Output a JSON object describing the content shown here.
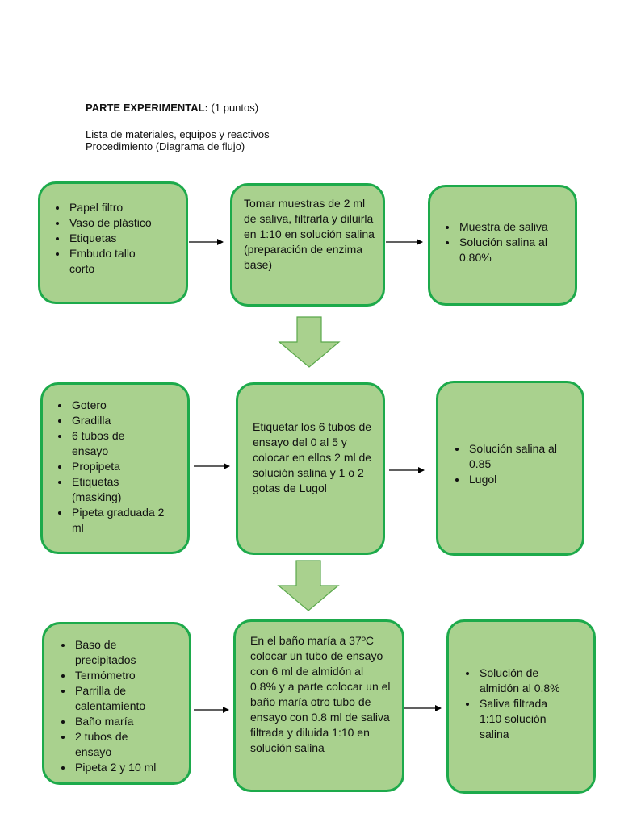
{
  "header": {
    "title": "PARTE EXPERIMENTAL:",
    "points": "(1 puntos)",
    "line1": "Lista de materiales, equipos y reactivos",
    "line2": "Procedimiento (Diagrama de flujo)"
  },
  "rows": [
    {
      "materials": [
        "Papel filtro",
        "Vaso de plástico",
        "Etiquetas",
        "Embudo tallo corto"
      ],
      "procedure": "Tomar muestras de 2 ml de saliva, filtrarla y diluirla en 1:10 en solución salina (preparación de enzima base)",
      "reagents": [
        "Muestra de saliva",
        "Solución salina al 0.80%"
      ]
    },
    {
      "materials": [
        "Gotero",
        "Gradilla",
        "6 tubos de ensayo",
        "Propipeta",
        "Etiquetas (masking)",
        "Pipeta graduada 2 ml"
      ],
      "procedure": "Etiquetar los 6 tubos de ensayo del 0 al 5 y colocar en ellos 2 ml de solución salina y 1 o 2 gotas de Lugol",
      "reagents": [
        "Solución salina al 0.85",
        "Lugol"
      ]
    },
    {
      "materials": [
        "Baso de precipitados",
        "Termómetro",
        "Parrilla de calentamiento",
        "Baño maría",
        "2 tubos de ensayo",
        "Pipeta 2 y 10 ml"
      ],
      "procedure": "En el baño maría a 37ºC colocar un tubo de ensayo con 6 ml de almidón al 0.8% y a parte colocar un el baño maría otro tubo de ensayo con 0.8 ml de saliva filtrada y diluida 1:10 en solución salina",
      "reagents": [
        "Solución de almidón al 0.8%",
        "Saliva filtrada 1:10 solución salina"
      ]
    }
  ]
}
